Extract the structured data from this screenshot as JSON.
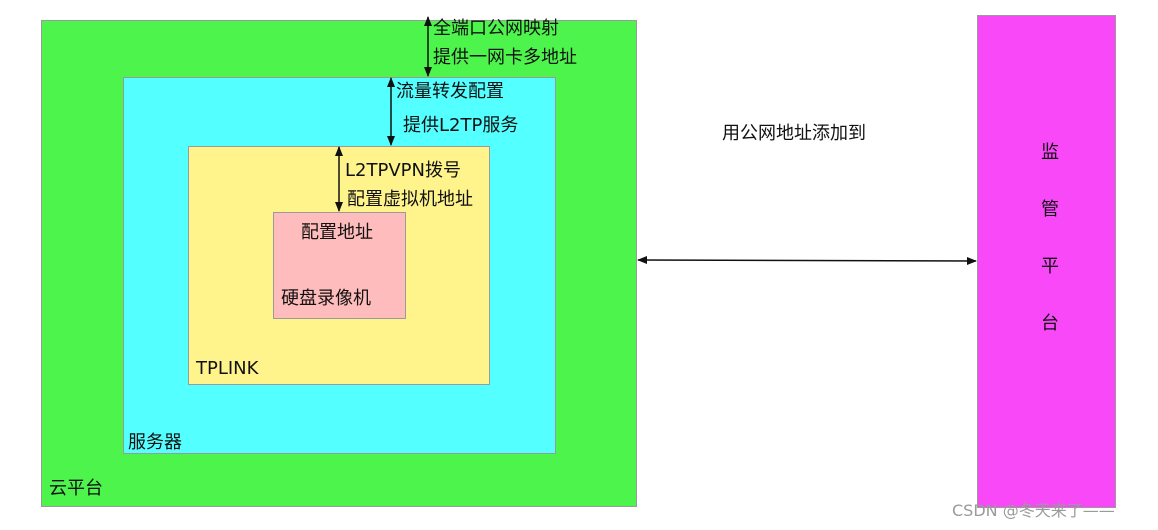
{
  "colors": {
    "cloud": "#4cf44c",
    "server": "#54ffff",
    "router": "#fff48c",
    "dvr": "#ffbcbc",
    "platform": "#f848f8",
    "arrow": "#111111"
  },
  "boxes": {
    "cloud": {
      "label": "云平台"
    },
    "server": {
      "label": "服务器"
    },
    "router": {
      "label": "TPLINK"
    },
    "dvr": {
      "top_label": "配置地址",
      "bottom_label": "硬盘录像机"
    },
    "platform": {
      "chars": [
        "监",
        "管",
        "平",
        "台"
      ]
    }
  },
  "annotations": {
    "cloud_server": {
      "line1": "全端口公网映射",
      "line2": "提供一网卡多地址"
    },
    "server_router": {
      "line1": "流量转发配置",
      "line2": "提供L2TP服务"
    },
    "router_dvr": {
      "line1": "L2TPVPN拨号",
      "line2": "配置虚拟机地址"
    },
    "cloud_platform": "用公网地址添加到"
  },
  "watermark": "CSDN @冬天来了——"
}
